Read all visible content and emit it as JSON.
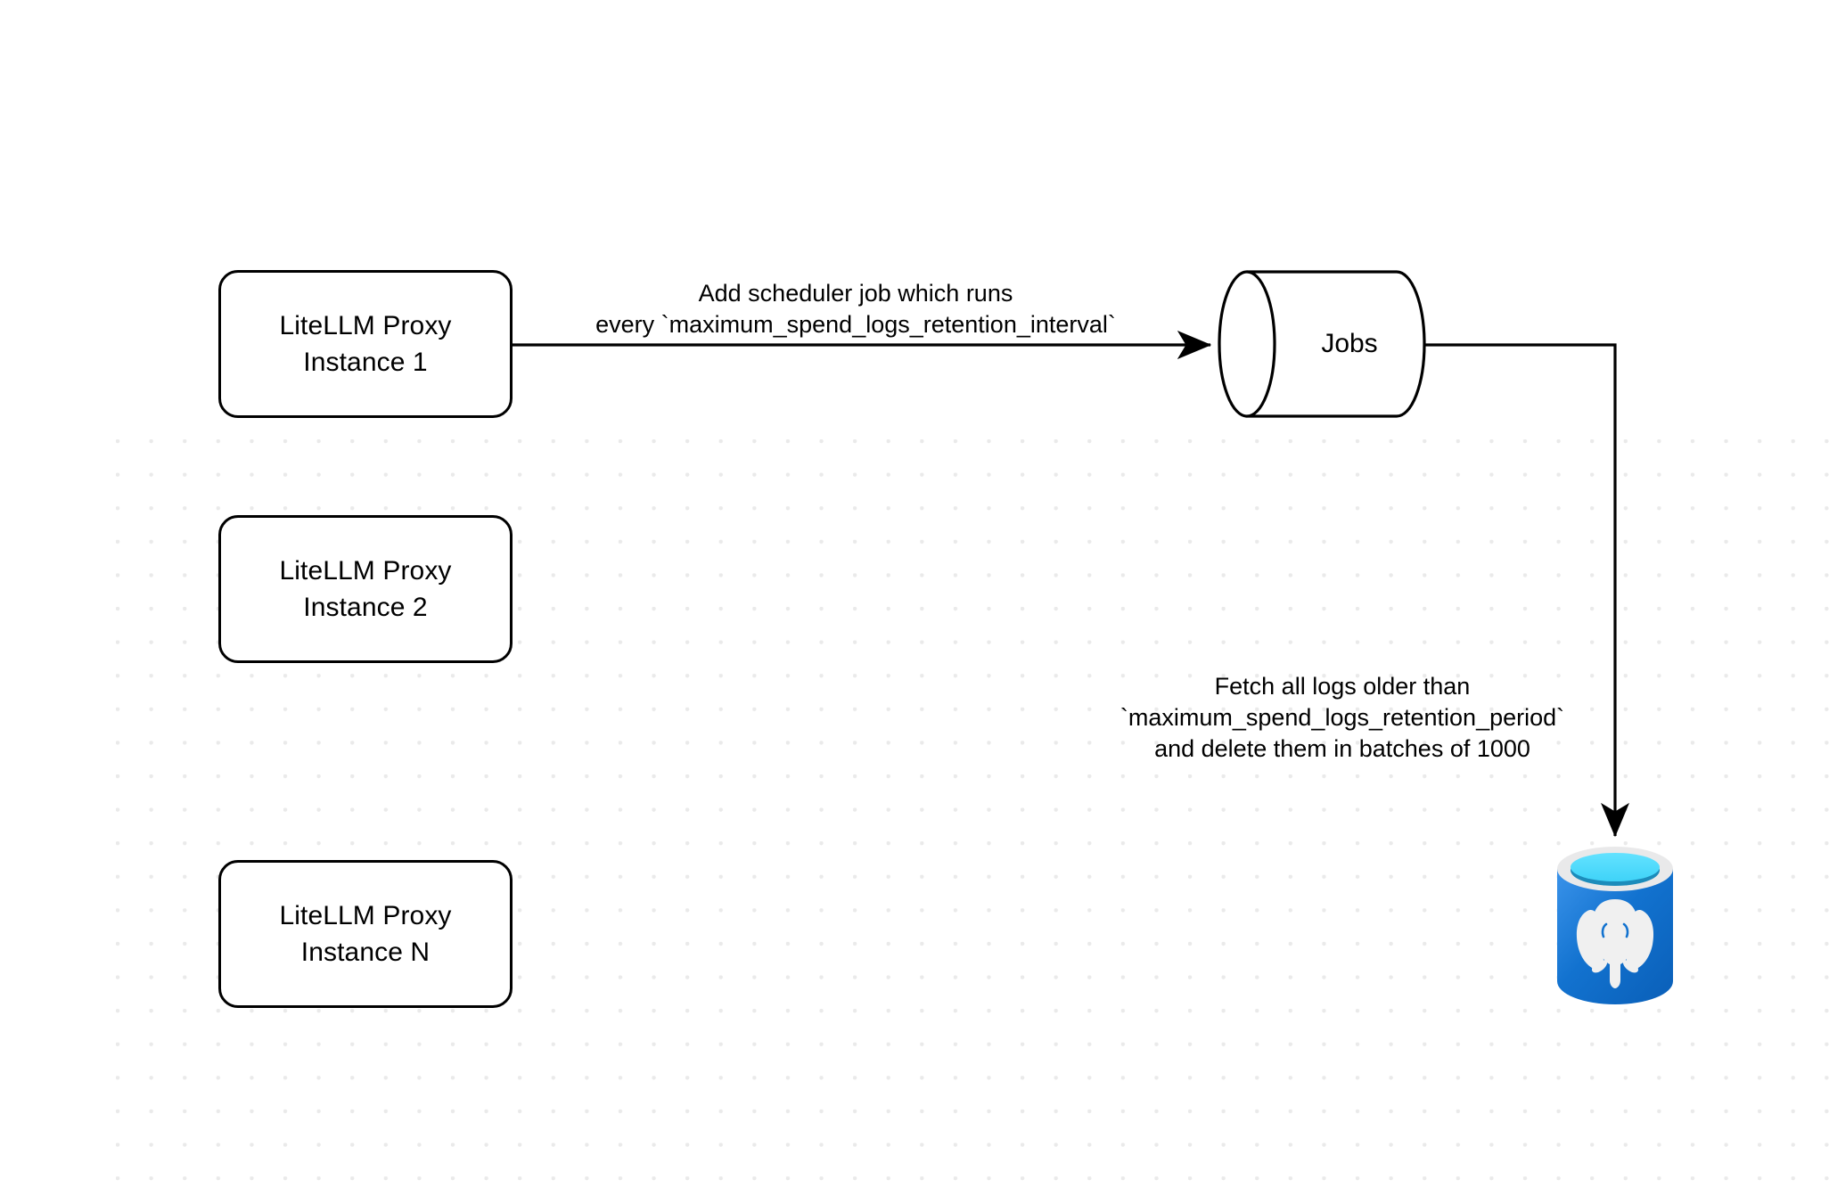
{
  "diagram": {
    "title": "LiteLLM spend logs retention scheduler flow",
    "background": "#ffffff",
    "grid_dot_color": "#eaeaea",
    "stroke_color": "#000000"
  },
  "nodes": {
    "instance_1": {
      "name": "LiteLLM Proxy Instance 1",
      "line1": "LiteLLM Proxy",
      "line2": "Instance 1",
      "shape": "rounded-rectangle"
    },
    "instance_2": {
      "name": "LiteLLM Proxy Instance 2",
      "line1": "LiteLLM Proxy",
      "line2": "Instance 2",
      "shape": "rounded-rectangle"
    },
    "instance_n": {
      "name": "LiteLLM Proxy Instance N",
      "line1": "LiteLLM Proxy",
      "line2": "Instance N",
      "shape": "rounded-rectangle"
    },
    "jobs": {
      "label": "Jobs",
      "shape": "cylinder"
    },
    "database": {
      "label": "",
      "icon": "postgresql-database-icon",
      "colors": {
        "body_light": "#2a86e0",
        "body_dark": "#0b63c5",
        "rim": "#e9e9ea",
        "liquid_top": "#4fdcfb",
        "liquid_shadow": "#1c8cbb",
        "elephant": "#f0f0f0"
      }
    }
  },
  "edges": {
    "scheduler": {
      "from": "instance_1",
      "to": "jobs",
      "line1": "Add scheduler job which runs",
      "line2": "every `maximum_spend_logs_retention_interval`"
    },
    "fetch_delete": {
      "from": "jobs",
      "to": "database",
      "line1": "Fetch all logs older than",
      "line2": "`maximum_spend_logs_retention_period`",
      "line3": "and delete them in batches of 1000"
    }
  }
}
